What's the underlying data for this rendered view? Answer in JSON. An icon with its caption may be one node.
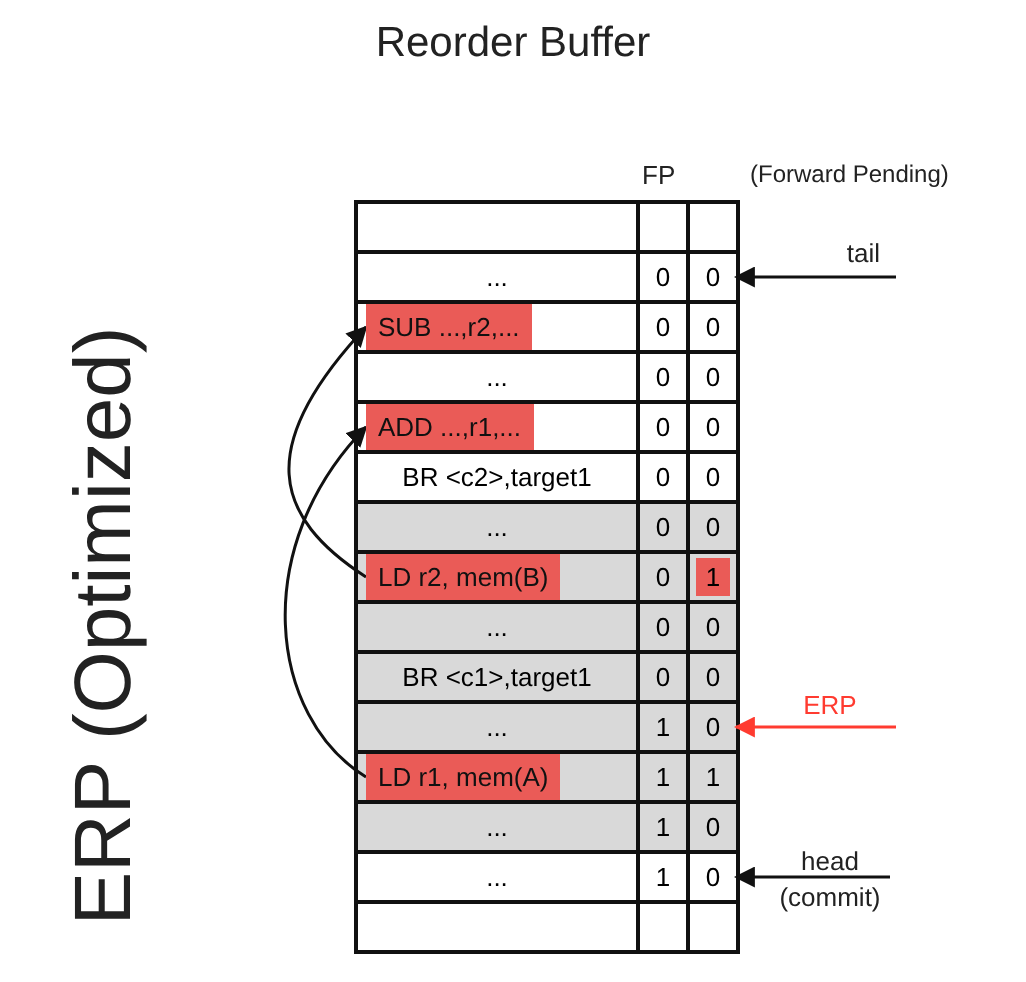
{
  "diagram": {
    "title": "Reorder Buffer",
    "nodes": [
      {
        "text": [
          "SUB ...,r2,..."
        ]
      },
      {
        "text": [
          "ADD ...,r1,..."
        ]
      },
      {
        "text": [
          "LD r2, mem(B)"
        ]
      },
      {
        "text": [
          "LD r1, mem(A)"
        ]
      },
      {
        "text": [
          "tail"
        ]
      },
      {
        "text": [
          "ERP"
        ]
      },
      {
        "text": [
          "head (commit)"
        ]
      },
      {
        "text": [
          "0"
        ]
      },
      {
        "text": [
          "0"
        ]
      },
      {
        "text": [
          "0"
        ]
      }
    ],
    "edges": [
      {
        "from": 2,
        "to": 0,
        "arrow": "to"
      },
      {
        "from": 3,
        "to": 1,
        "arrow": "to"
      },
      {
        "from": 4,
        "to": 7,
        "arrow": "to"
      },
      {
        "from": 5,
        "to": 8,
        "arrow": "to",
        "color": "#ff3b30"
      },
      {
        "from": 6,
        "to": 9,
        "arrow": "to"
      }
    ],
    "labels": [
      "ERP (Optimized)",
      "FP",
      "(Forward Pending)",
      "...",
      "0",
      "0",
      "0",
      "...",
      "0",
      "0",
      "0",
      "0",
      "BR <c2>,target1",
      "0",
      "0",
      "...",
      "0",
      "0",
      "0",
      "1",
      "...",
      "0",
      "0",
      "BR <c1>,target1",
      "0",
      "0",
      "...",
      "1",
      "1",
      "1",
      "...",
      "1",
      "0",
      "...",
      "1"
    ]
  }
}
